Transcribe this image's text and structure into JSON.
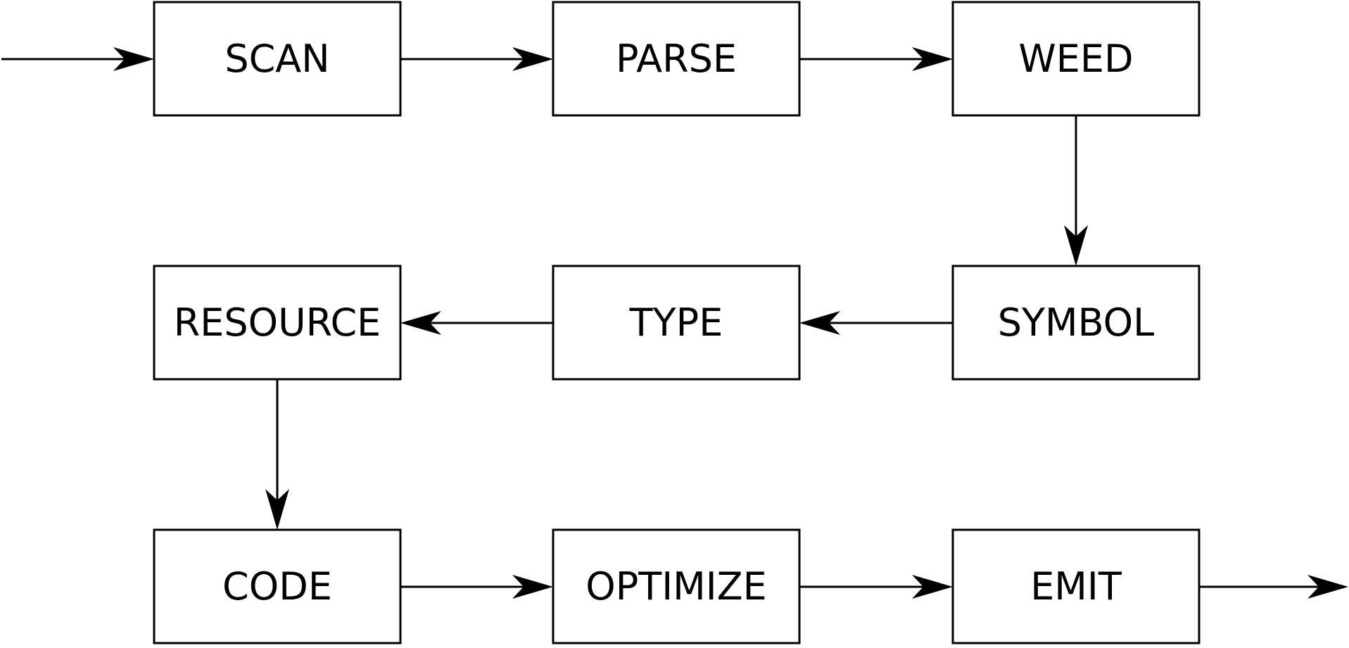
{
  "colors": {
    "background": "#ffffff",
    "stroke": "#000000",
    "text": "#000000"
  },
  "nodes": [
    {
      "id": "scan",
      "label": "SCAN"
    },
    {
      "id": "parse",
      "label": "PARSE"
    },
    {
      "id": "weed",
      "label": "WEED"
    },
    {
      "id": "resource",
      "label": "RESOURCE"
    },
    {
      "id": "type",
      "label": "TYPE"
    },
    {
      "id": "symbol",
      "label": "SYMBOL"
    },
    {
      "id": "code",
      "label": "CODE"
    },
    {
      "id": "optimize",
      "label": "OPTIMIZE"
    },
    {
      "id": "emit",
      "label": "EMIT"
    }
  ],
  "edges": [
    {
      "from": null,
      "to": "scan"
    },
    {
      "from": "scan",
      "to": "parse"
    },
    {
      "from": "parse",
      "to": "weed"
    },
    {
      "from": "weed",
      "to": "symbol"
    },
    {
      "from": "symbol",
      "to": "type"
    },
    {
      "from": "type",
      "to": "resource"
    },
    {
      "from": "resource",
      "to": "code"
    },
    {
      "from": "code",
      "to": "optimize"
    },
    {
      "from": "optimize",
      "to": "emit"
    },
    {
      "from": "emit",
      "to": null
    }
  ]
}
